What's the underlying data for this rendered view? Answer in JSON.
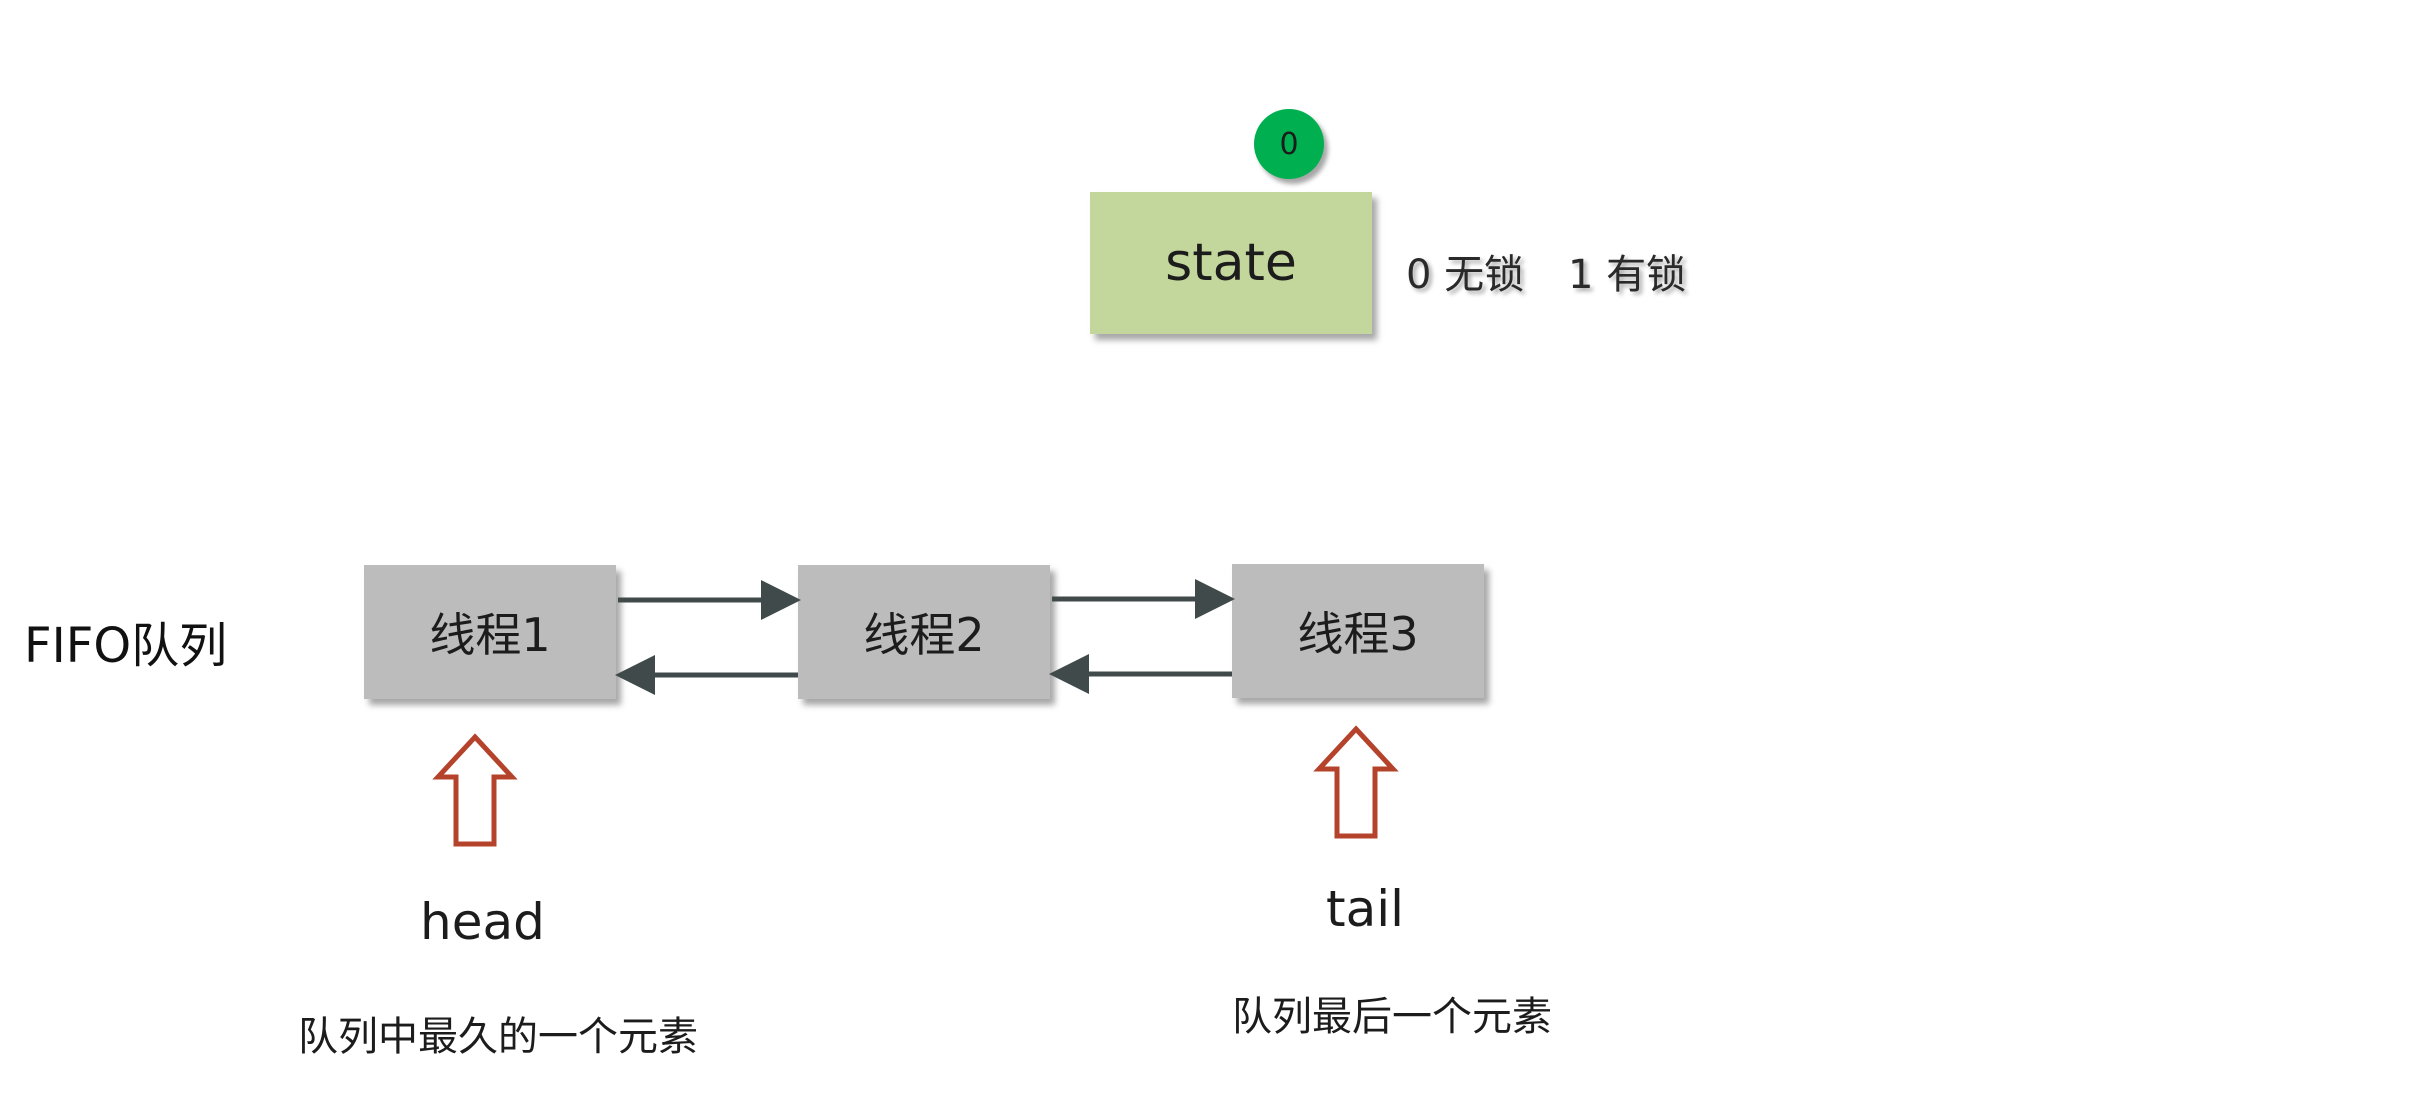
{
  "state": {
    "label": "state",
    "value": "0",
    "legend_unlocked": "0 无锁",
    "legend_locked": "1 有锁"
  },
  "queue": {
    "label": "FIFO队列",
    "nodes": [
      {
        "label": "线程1"
      },
      {
        "label": "线程2"
      },
      {
        "label": "线程3"
      }
    ],
    "head": {
      "label": "head",
      "description": "队列中最久的一个元素"
    },
    "tail": {
      "label": "tail",
      "description": "队列最后一个元素"
    }
  },
  "colors": {
    "state_fill": "#c3d69b",
    "badge_fill": "#00b050",
    "node_fill": "#bcbcbc",
    "link_stroke": "#404a4a",
    "pointer_stroke": "#b5432b"
  }
}
